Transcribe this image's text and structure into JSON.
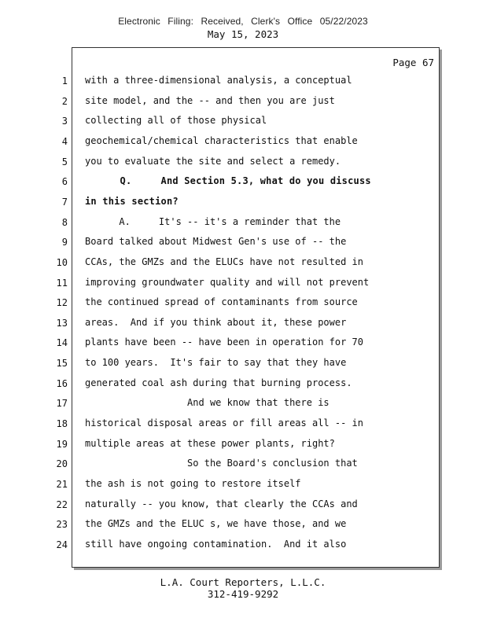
{
  "header": {
    "filing_stamp": "Electronic Filing: Received, Clerk's Office 05/22/2023",
    "date": "May 15, 2023"
  },
  "page": {
    "label": "Page 67"
  },
  "lines": [
    {
      "num": "1",
      "text": "with a three-dimensional analysis, a conceptual"
    },
    {
      "num": "2",
      "text": "site model, and the -- and then you are just"
    },
    {
      "num": "3",
      "text": "collecting all of those physical"
    },
    {
      "num": "4",
      "text": "geochemical/chemical characteristics that enable"
    },
    {
      "num": "5",
      "text": "you to evaluate the site and select a remedy."
    },
    {
      "num": "6",
      "text": "      Q.     And Section 5.3, what do you discuss",
      "bold": true
    },
    {
      "num": "7",
      "text": "in this section?",
      "bold": true
    },
    {
      "num": "8",
      "text": "      A.     It's -- it's a reminder that the"
    },
    {
      "num": "9",
      "text": "Board talked about Midwest Gen's use of -- the"
    },
    {
      "num": "10",
      "text": "CCAs, the GMZs and the ELUCs have not resulted in"
    },
    {
      "num": "11",
      "text": "improving groundwater quality and will not prevent"
    },
    {
      "num": "12",
      "text": "the continued spread of contaminants from source"
    },
    {
      "num": "13",
      "text": "areas.  And if you think about it, these power"
    },
    {
      "num": "14",
      "text": "plants have been -- have been in operation for 70"
    },
    {
      "num": "15",
      "text": "to 100 years.  It's fair to say that they have"
    },
    {
      "num": "16",
      "text": "generated coal ash during that burning process."
    },
    {
      "num": "17",
      "text": "                  And we know that there is"
    },
    {
      "num": "18",
      "text": "historical disposal areas or fill areas all -- in"
    },
    {
      "num": "19",
      "text": "multiple areas at these power plants, right?"
    },
    {
      "num": "20",
      "text": "                  So the Board's conclusion that"
    },
    {
      "num": "21",
      "text": "the ash is not going to restore itself"
    },
    {
      "num": "22",
      "text": "naturally -- you know, that clearly the CCAs and"
    },
    {
      "num": "23",
      "text": "the GMZs and the ELUC s, we have those, and we"
    },
    {
      "num": "24",
      "text": "still have ongoing contamination.  And it also"
    }
  ],
  "footer": {
    "company": "L.A. Court Reporters, L.L.C.",
    "phone": "312-419-9292"
  }
}
